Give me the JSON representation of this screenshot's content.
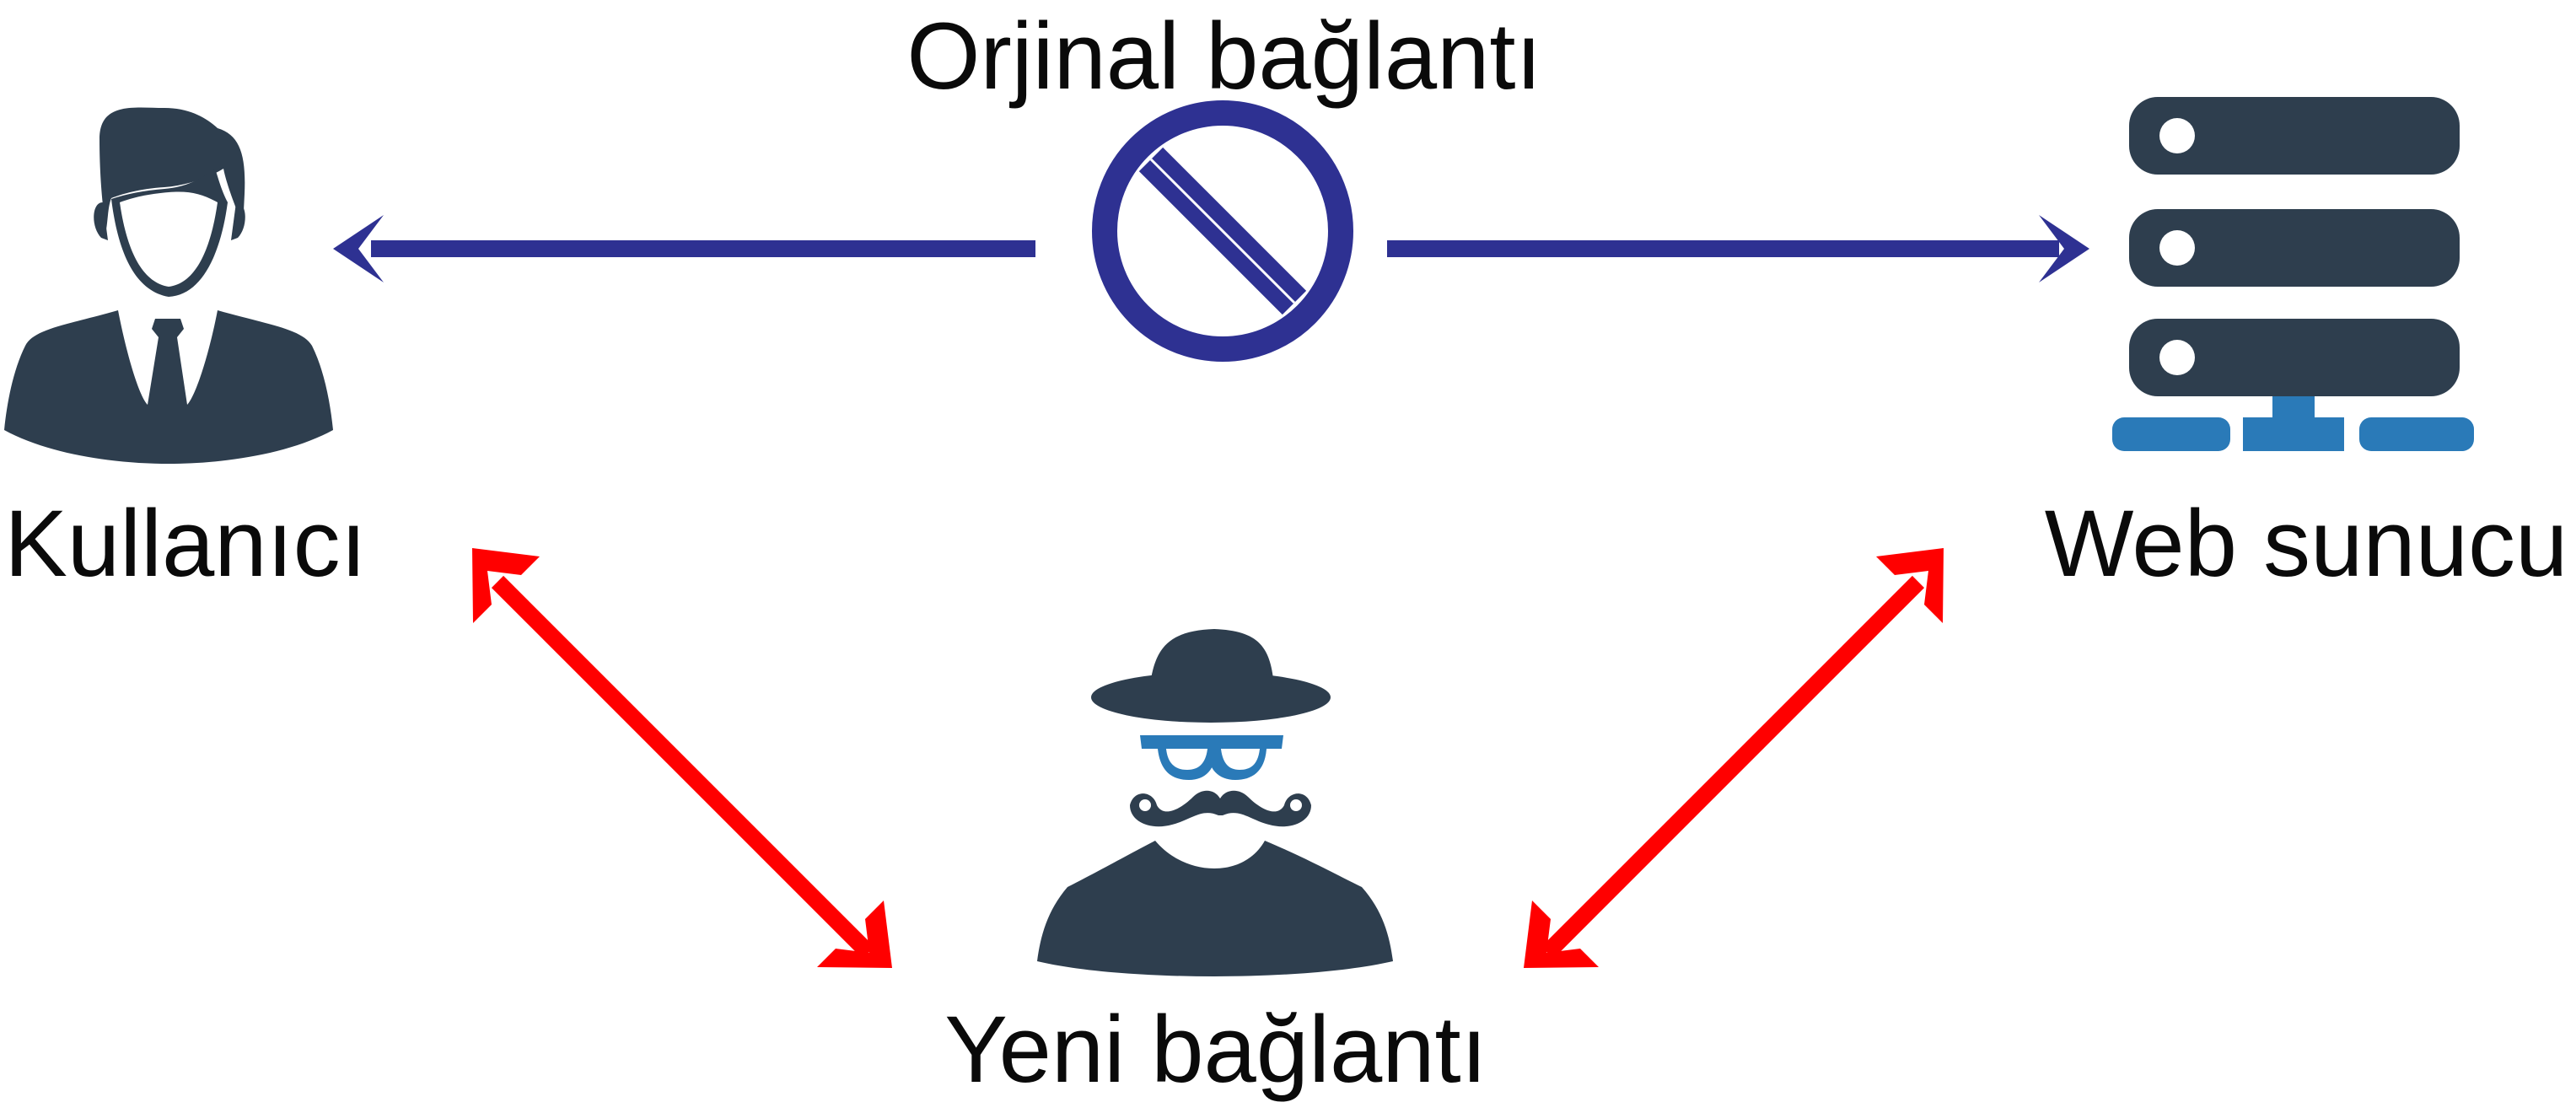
{
  "labels": {
    "original_connection": "Orjinal bağlantı",
    "user": "Kullanıcı",
    "web_server": "Web sunucu",
    "new_connection": "Yeni bağlantı"
  },
  "icons": {
    "user": "user-icon",
    "server": "server-icon",
    "attacker": "attacker-icon",
    "blocked": "blocked-icon"
  },
  "colors": {
    "original_arrow": "#2e3192",
    "new_arrow": "#ff0000",
    "icon_dark": "#2e3e4e",
    "icon_accent": "#2a7ab8"
  }
}
